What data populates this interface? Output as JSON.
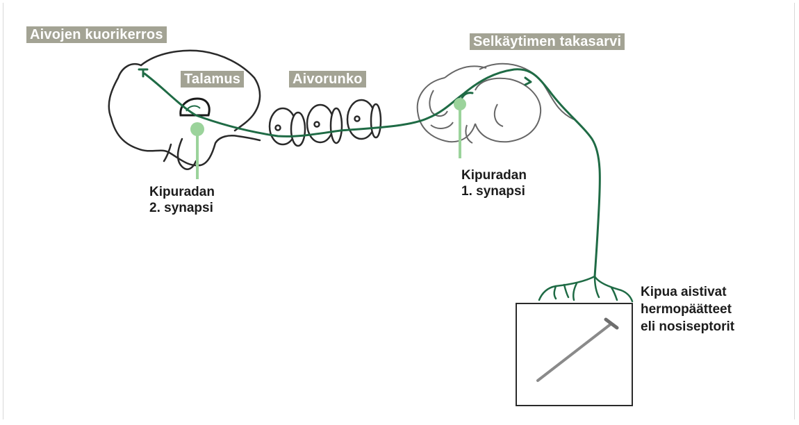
{
  "labels": {
    "cortex": "Aivojen kuorikerros",
    "thalamus": "Talamus",
    "brainstem": "Aivorunko",
    "dorsal_horn": "Selkäytimen takasarvi"
  },
  "captions": {
    "synapse2": [
      "Kipuradan",
      "2. synapsi"
    ],
    "synapse1": [
      "Kipuradan",
      "1. synapsi"
    ],
    "nociceptors": [
      "Kipua aistivat",
      "hermopäätteet",
      "eli nosiseptorit"
    ]
  },
  "colors": {
    "pathway": "#1f6b45",
    "synapse": "#9bd39b",
    "label_bg": "#a3a394",
    "outline": "#2a2a2a"
  }
}
